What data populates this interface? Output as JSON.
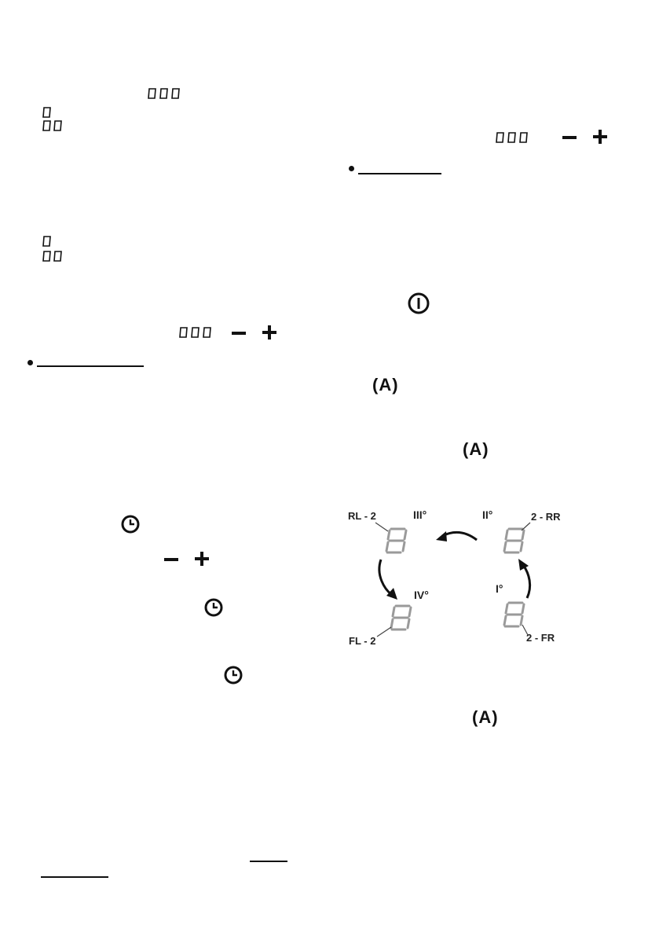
{
  "display": {
    "triple_digit": "000",
    "single_digit": "0",
    "double_digit": "00",
    "big_digit": "8"
  },
  "controls": {
    "minus_symbol": "−",
    "plus_symbol": "+",
    "auto_key": "A"
  },
  "diagram": {
    "zones": {
      "rl": "RL - 2",
      "rr": "2 - RR",
      "fl": "FL - 2",
      "fr": "2 - FR"
    },
    "levels": {
      "i": "I°",
      "ii": "II°",
      "iii": "III°",
      "iv": "IV°"
    }
  },
  "icons": [
    "seven-segment-icon",
    "minus-icon",
    "plus-icon",
    "bullet-icon",
    "power-icon",
    "clock-icon",
    "auto-key-icon",
    "curved-arrow-icon"
  ],
  "colors": {
    "ink": "#111111",
    "segment_grey": "#9a9a9a"
  }
}
